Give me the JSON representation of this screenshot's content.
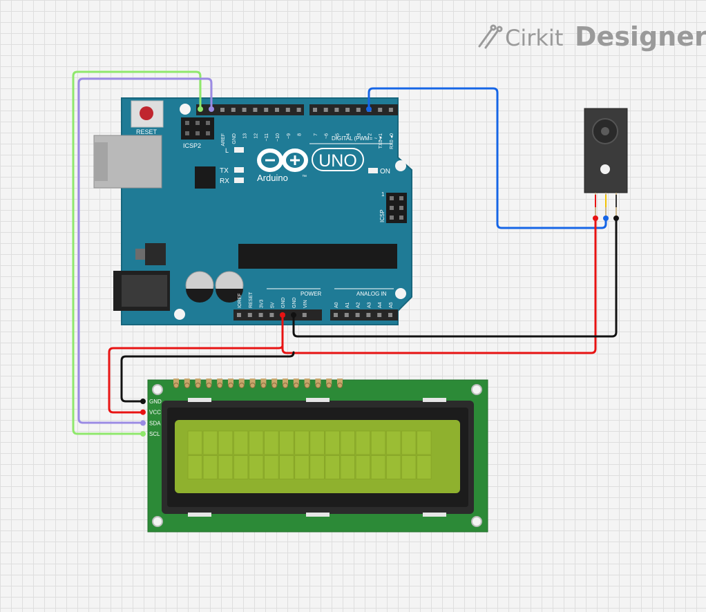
{
  "brand": {
    "name_part1": "Cirkit",
    "name_part2": "Designer"
  },
  "arduino": {
    "reset_label": "RESET",
    "icsp2_label": "ICSP2",
    "icsp_label": "ICSP",
    "icsp_pin1": "1",
    "led_l": "L",
    "led_tx": "TX",
    "led_rx": "RX",
    "led_on": "ON",
    "logo_text": "Arduino",
    "tm": "™",
    "model": "UNO",
    "digital_label": "DIGITAL (PWM= ~ )",
    "power_label": "POWER",
    "analog_label": "ANALOG IN",
    "header_top_left_pins": [
      "AREF",
      "GND",
      "13",
      "12",
      "~11",
      "~10",
      "~9",
      "8"
    ],
    "header_top_right_pins": [
      "7",
      "~6",
      "~5",
      "4",
      "~3",
      "2",
      "TX0 ▸1",
      "RX0 ◂0"
    ],
    "power_pins": [
      "IOREF",
      "RESET",
      "3V3",
      "5V",
      "GND",
      "GND",
      "VIN"
    ],
    "analog_pins": [
      "A0",
      "A1",
      "A2",
      "A3",
      "A4",
      "A5"
    ]
  },
  "lcd": {
    "pin_labels": [
      "GND",
      "VCC",
      "SDA",
      "SCL"
    ],
    "rows": 2,
    "cols": 16
  },
  "colors": {
    "board": "#1f7b96",
    "lcd_pcb": "#2c8a37",
    "lcd_screen": "#8fb12e",
    "wire_red": "#e81313",
    "wire_black": "#111111",
    "wire_blue": "#1565e6",
    "wire_green": "#8fe86c",
    "wire_purple": "#9b8be4"
  }
}
